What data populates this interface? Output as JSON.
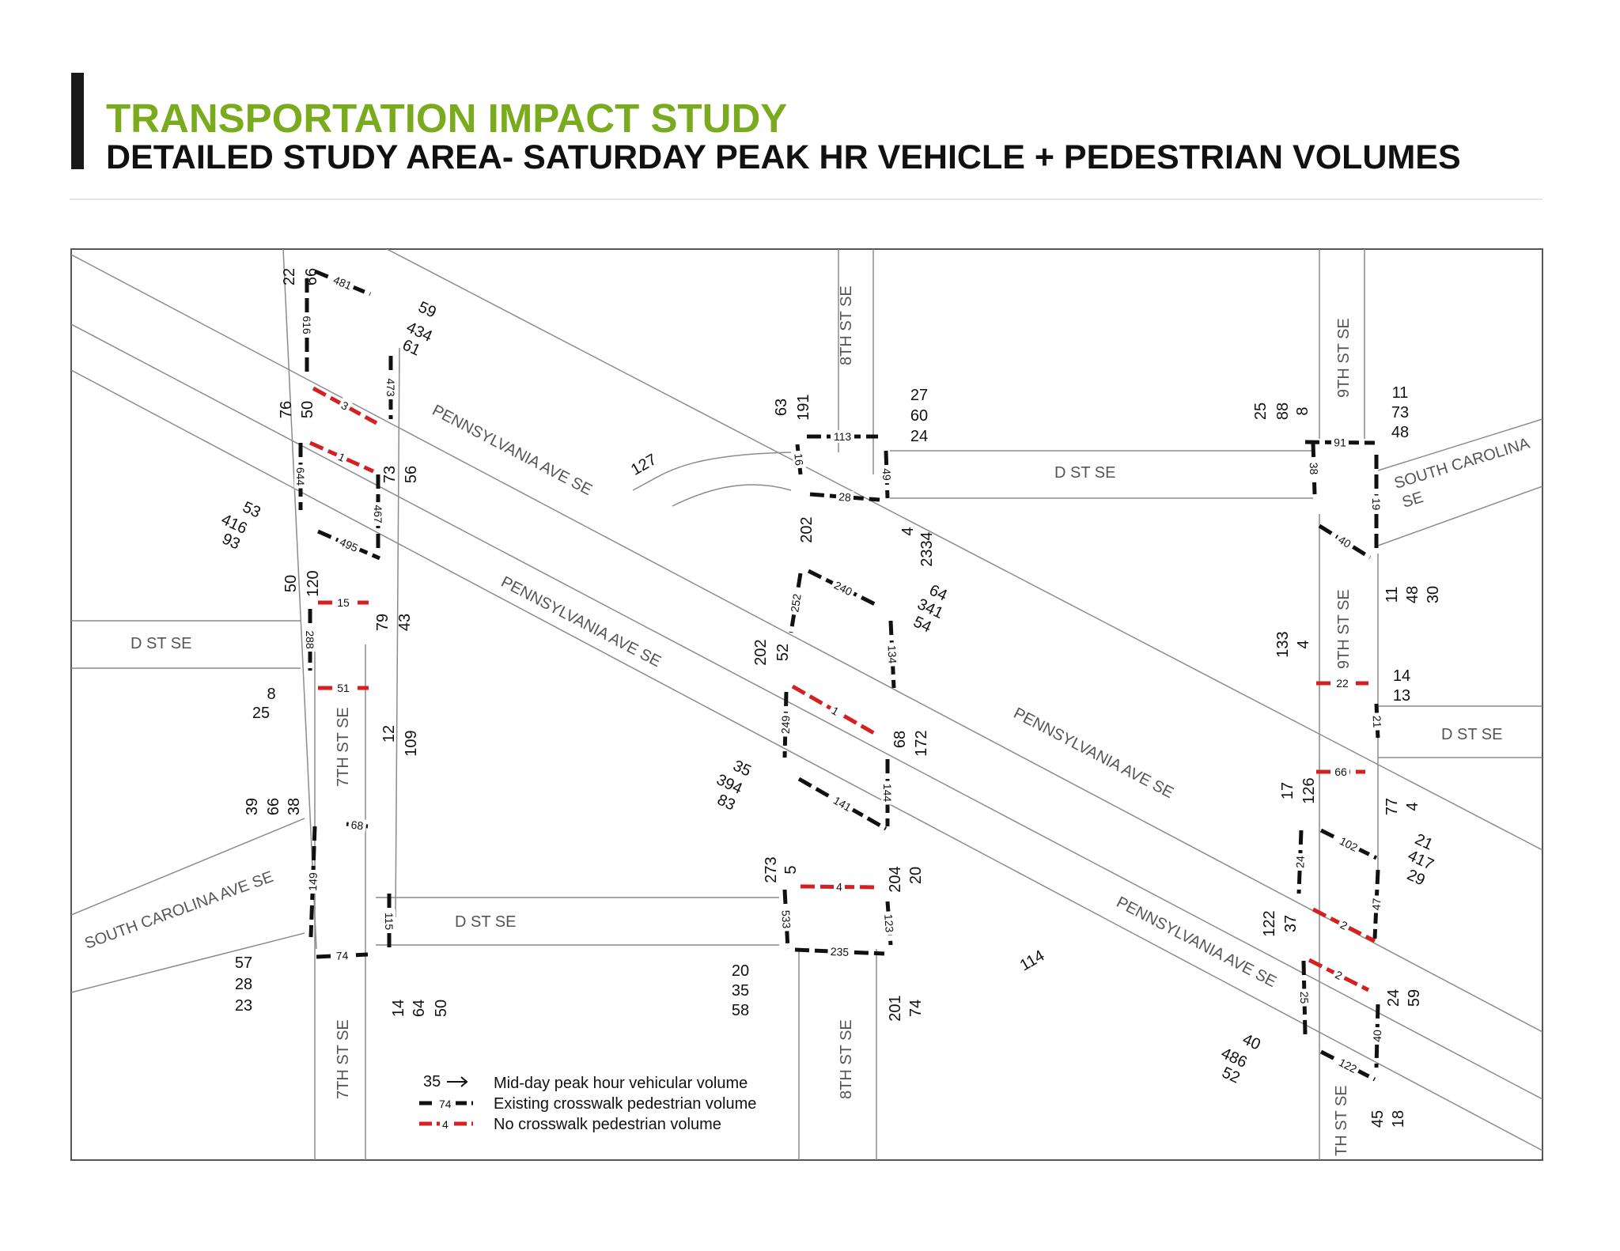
{
  "title": "TRANSPORTATION IMPACT STUDY",
  "subtitle": "DETAILED STUDY AREA- SATURDAY PEAK HR VEHICLE + PEDESTRIAN VOLUMES",
  "colors": {
    "title": "#7aab1f",
    "existing_crosswalk": "#111111",
    "no_crosswalk": "#d42020"
  },
  "street_labels": [
    "PENNSYLVANIA AVE SE",
    "PENNSYLVANIA AVE SE",
    "PENNSYLVANIA AVE SE",
    "PENNSYLVANIA AVE SE",
    "8TH ST SE",
    "9TH ST SE",
    "D ST SE",
    "SOUTH CAROLINA",
    "SE",
    "9TH ST SE",
    "D ST SE",
    "D ST SE",
    "7TH ST SE",
    "SOUTH CAROLINA AVE SE",
    "D ST SE",
    "7TH ST SE",
    "8TH ST SE",
    "TH ST SE"
  ],
  "vehicle_volumes": [
    "22",
    "66",
    "59",
    "434",
    "61",
    "76",
    "50",
    "73",
    "56",
    "53",
    "416",
    "93",
    "50",
    "120",
    "79",
    "43",
    "8",
    "25",
    "12",
    "109",
    "39",
    "66",
    "38",
    "57",
    "28",
    "23",
    "14",
    "64",
    "50",
    "127",
    "63",
    "191",
    "27",
    "60",
    "24",
    "4",
    "202",
    "4",
    "233",
    "64",
    "341",
    "54",
    "202",
    "52",
    "68",
    "172",
    "35",
    "394",
    "83",
    "204",
    "20",
    "273",
    "5",
    "20",
    "35",
    "58",
    "201",
    "74",
    "114",
    "25",
    "88",
    "8",
    "11",
    "73",
    "48",
    "11",
    "48",
    "30",
    "133",
    "4",
    "14",
    "13",
    "17",
    "126",
    "77",
    "4",
    "21",
    "417",
    "29",
    "122",
    "37",
    "24",
    "59",
    "40",
    "486",
    "52",
    "45",
    "18"
  ],
  "crosswalks_existing": [
    "481",
    "616",
    "473",
    "644",
    "467",
    "495",
    "288",
    "240",
    "252",
    "249",
    "141",
    "235",
    "533",
    "123",
    "144",
    "134",
    "113",
    "16",
    "28",
    "49",
    "91",
    "38",
    "19",
    "40",
    "21",
    "102",
    "24",
    "47",
    "25",
    "40",
    "122",
    "68",
    "149",
    "74",
    "115"
  ],
  "crosswalks_none": [
    "3",
    "1",
    "15",
    "51",
    "1",
    "4",
    "22",
    "66",
    "2",
    "2"
  ],
  "legend": {
    "items": [
      {
        "sample": "35",
        "label": "Mid-day peak hour vehicular volume"
      },
      {
        "sample": "74",
        "label": "Existing crosswalk pedestrian volume"
      },
      {
        "sample": "4",
        "label": "No crosswalk pedestrian volume"
      }
    ]
  }
}
